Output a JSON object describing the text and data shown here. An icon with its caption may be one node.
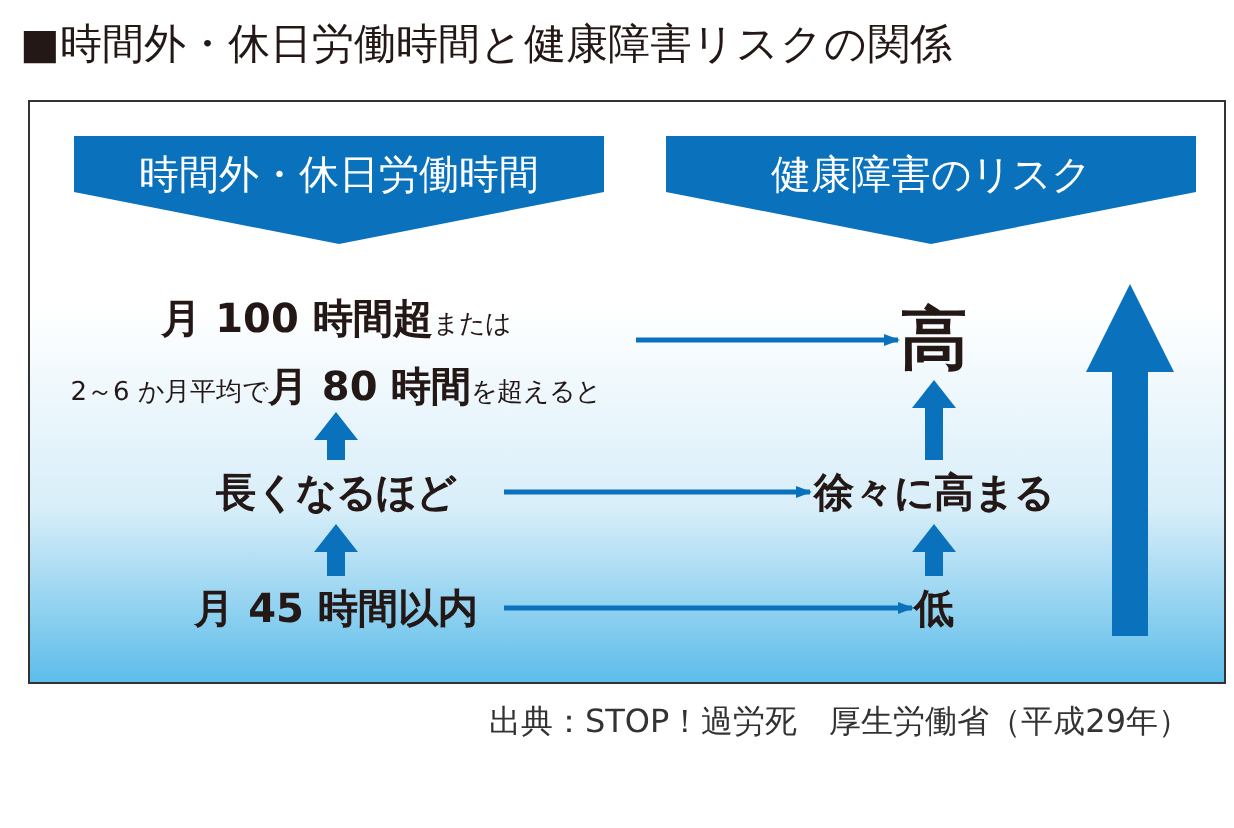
{
  "diagram": {
    "title": "■時間外・休日労働時間と健康障害リスクの関係",
    "caption": "出典：STOP！過労死　厚生労働省（平成29年）",
    "nodes": [
      {
        "text": [
          "時間外・休日労働時間"
        ]
      },
      {
        "text": [
          "健康障害のリスク"
        ]
      },
      {
        "text": [
          "**月 100 時間超**または",
          "2～6 か月平均で**月 80 時間**を超えると"
        ]
      },
      {
        "text": [
          "長くなるほど"
        ]
      },
      {
        "text": [
          "月 45 時間以内"
        ]
      },
      {
        "text": [
          "高"
        ]
      },
      {
        "text": [
          "徐々に高まる"
        ]
      },
      {
        "text": [
          "低"
        ]
      }
    ],
    "edges": [
      {
        "from": 4,
        "to": 3,
        "arrow": "to",
        "style": "thick"
      },
      {
        "from": 3,
        "to": 2,
        "arrow": "to",
        "style": "thick"
      },
      {
        "from": 7,
        "to": 6,
        "arrow": "to",
        "style": "thick"
      },
      {
        "from": 6,
        "to": 5,
        "arrow": "to",
        "style": "thick"
      },
      {
        "from": 2,
        "to": 5,
        "arrow": "to"
      },
      {
        "from": 3,
        "to": 6,
        "arrow": "to"
      },
      {
        "from": 4,
        "to": 7,
        "arrow": "to"
      }
    ]
  }
}
